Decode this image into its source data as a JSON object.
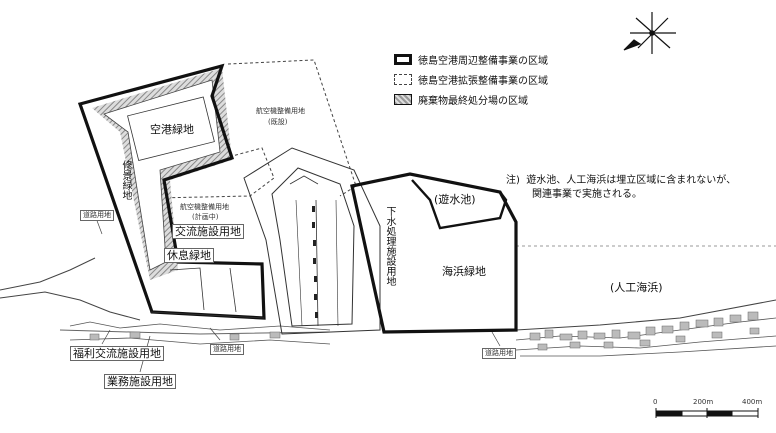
{
  "legend": {
    "items": [
      {
        "label": "徳島空港周辺整備事業の区域",
        "style": "solid-bold"
      },
      {
        "label": "徳島空港拡張整備事業の区域",
        "style": "dashed"
      },
      {
        "label": "廃棄物最終処分場の区域",
        "style": "hatched"
      }
    ]
  },
  "note": {
    "prefix": "注)",
    "line1": "遊水池、人工海浜は埋立区域に含まれないが、",
    "line2": "関連事業で実施される。"
  },
  "areas": {
    "airport_green": "空港緑地",
    "landscape": "修景緑地",
    "waste_vertical": "下水処理施設用地",
    "exchange": "交流施設用地",
    "rest_green": "休息緑地",
    "detention_pond": "(遊水池)",
    "beach_green": "海浜緑地",
    "artificial_beach": "(人工海浜)",
    "welfare": "福利交流施設用地",
    "business": "業務施設用地"
  },
  "small_labels": {
    "road1": "道路用地",
    "road2": "道路用地",
    "road3": "道路用地",
    "ext1": "航空機整備用地",
    "ext1b": "(既設)",
    "ext2": "航空機整備用地",
    "ext2b": "(計画中)"
  },
  "scale": {
    "t0": "0",
    "t1": "200m",
    "t2": "400m"
  },
  "colors": {
    "ink": "#111111",
    "hatch": "#999999",
    "land": "#333333"
  }
}
